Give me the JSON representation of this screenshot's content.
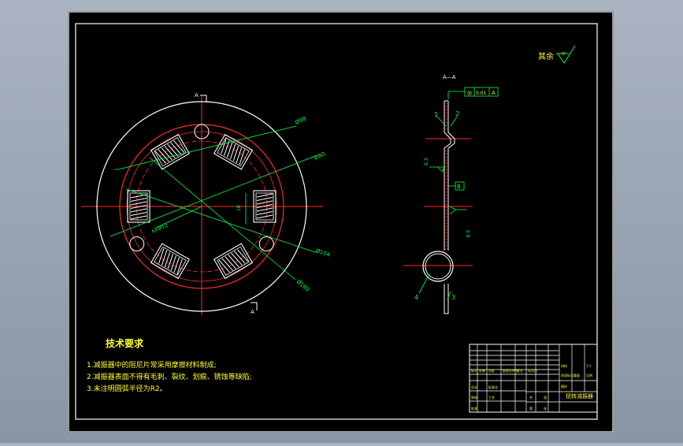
{
  "drawing": {
    "background": "#000000",
    "colors": {
      "frame": "#ffffff",
      "centerline": "#ff2a2a",
      "dimension": "#00ff44",
      "text": "#ffff33",
      "outline": "#ffffff"
    },
    "roughness_label": "其余",
    "section_label_top": "A",
    "section_label_bottom": "A",
    "section_view_label": "A—A",
    "dimensions": {
      "d1": "Ø98",
      "d2": "Ø80",
      "d3": "Ø104",
      "d4": "Ø180",
      "d5": "6×Ø12",
      "d6": "18"
    },
    "side_view": {
      "tolerance": "0.01",
      "datum": "A",
      "callouts": [
        "1",
        "2",
        "3",
        "4"
      ],
      "datum_box": "B",
      "dim_left": "6.3",
      "dim_right": "0.8"
    },
    "notes": {
      "heading": "技术要求",
      "items": [
        "1.减振器中的阻尼片常采用摩擦材料制成;",
        "2.减振器表面不得有毛刺、裂纹、划痕、锈蚀等缺陷;",
        "3.未注明圆弧半径为R2。"
      ]
    },
    "title_block": {
      "drawing_title": "扭转减振器",
      "cells": [
        "标记",
        "处数",
        "分区",
        "更改文件号",
        "签名",
        "年月日",
        "设计",
        "标准化",
        "阶段标记",
        "重量",
        "比例",
        "审核",
        "工艺",
        "批准",
        "共",
        "张",
        "第",
        "张",
        "图样",
        "材料",
        "1:1"
      ]
    }
  }
}
